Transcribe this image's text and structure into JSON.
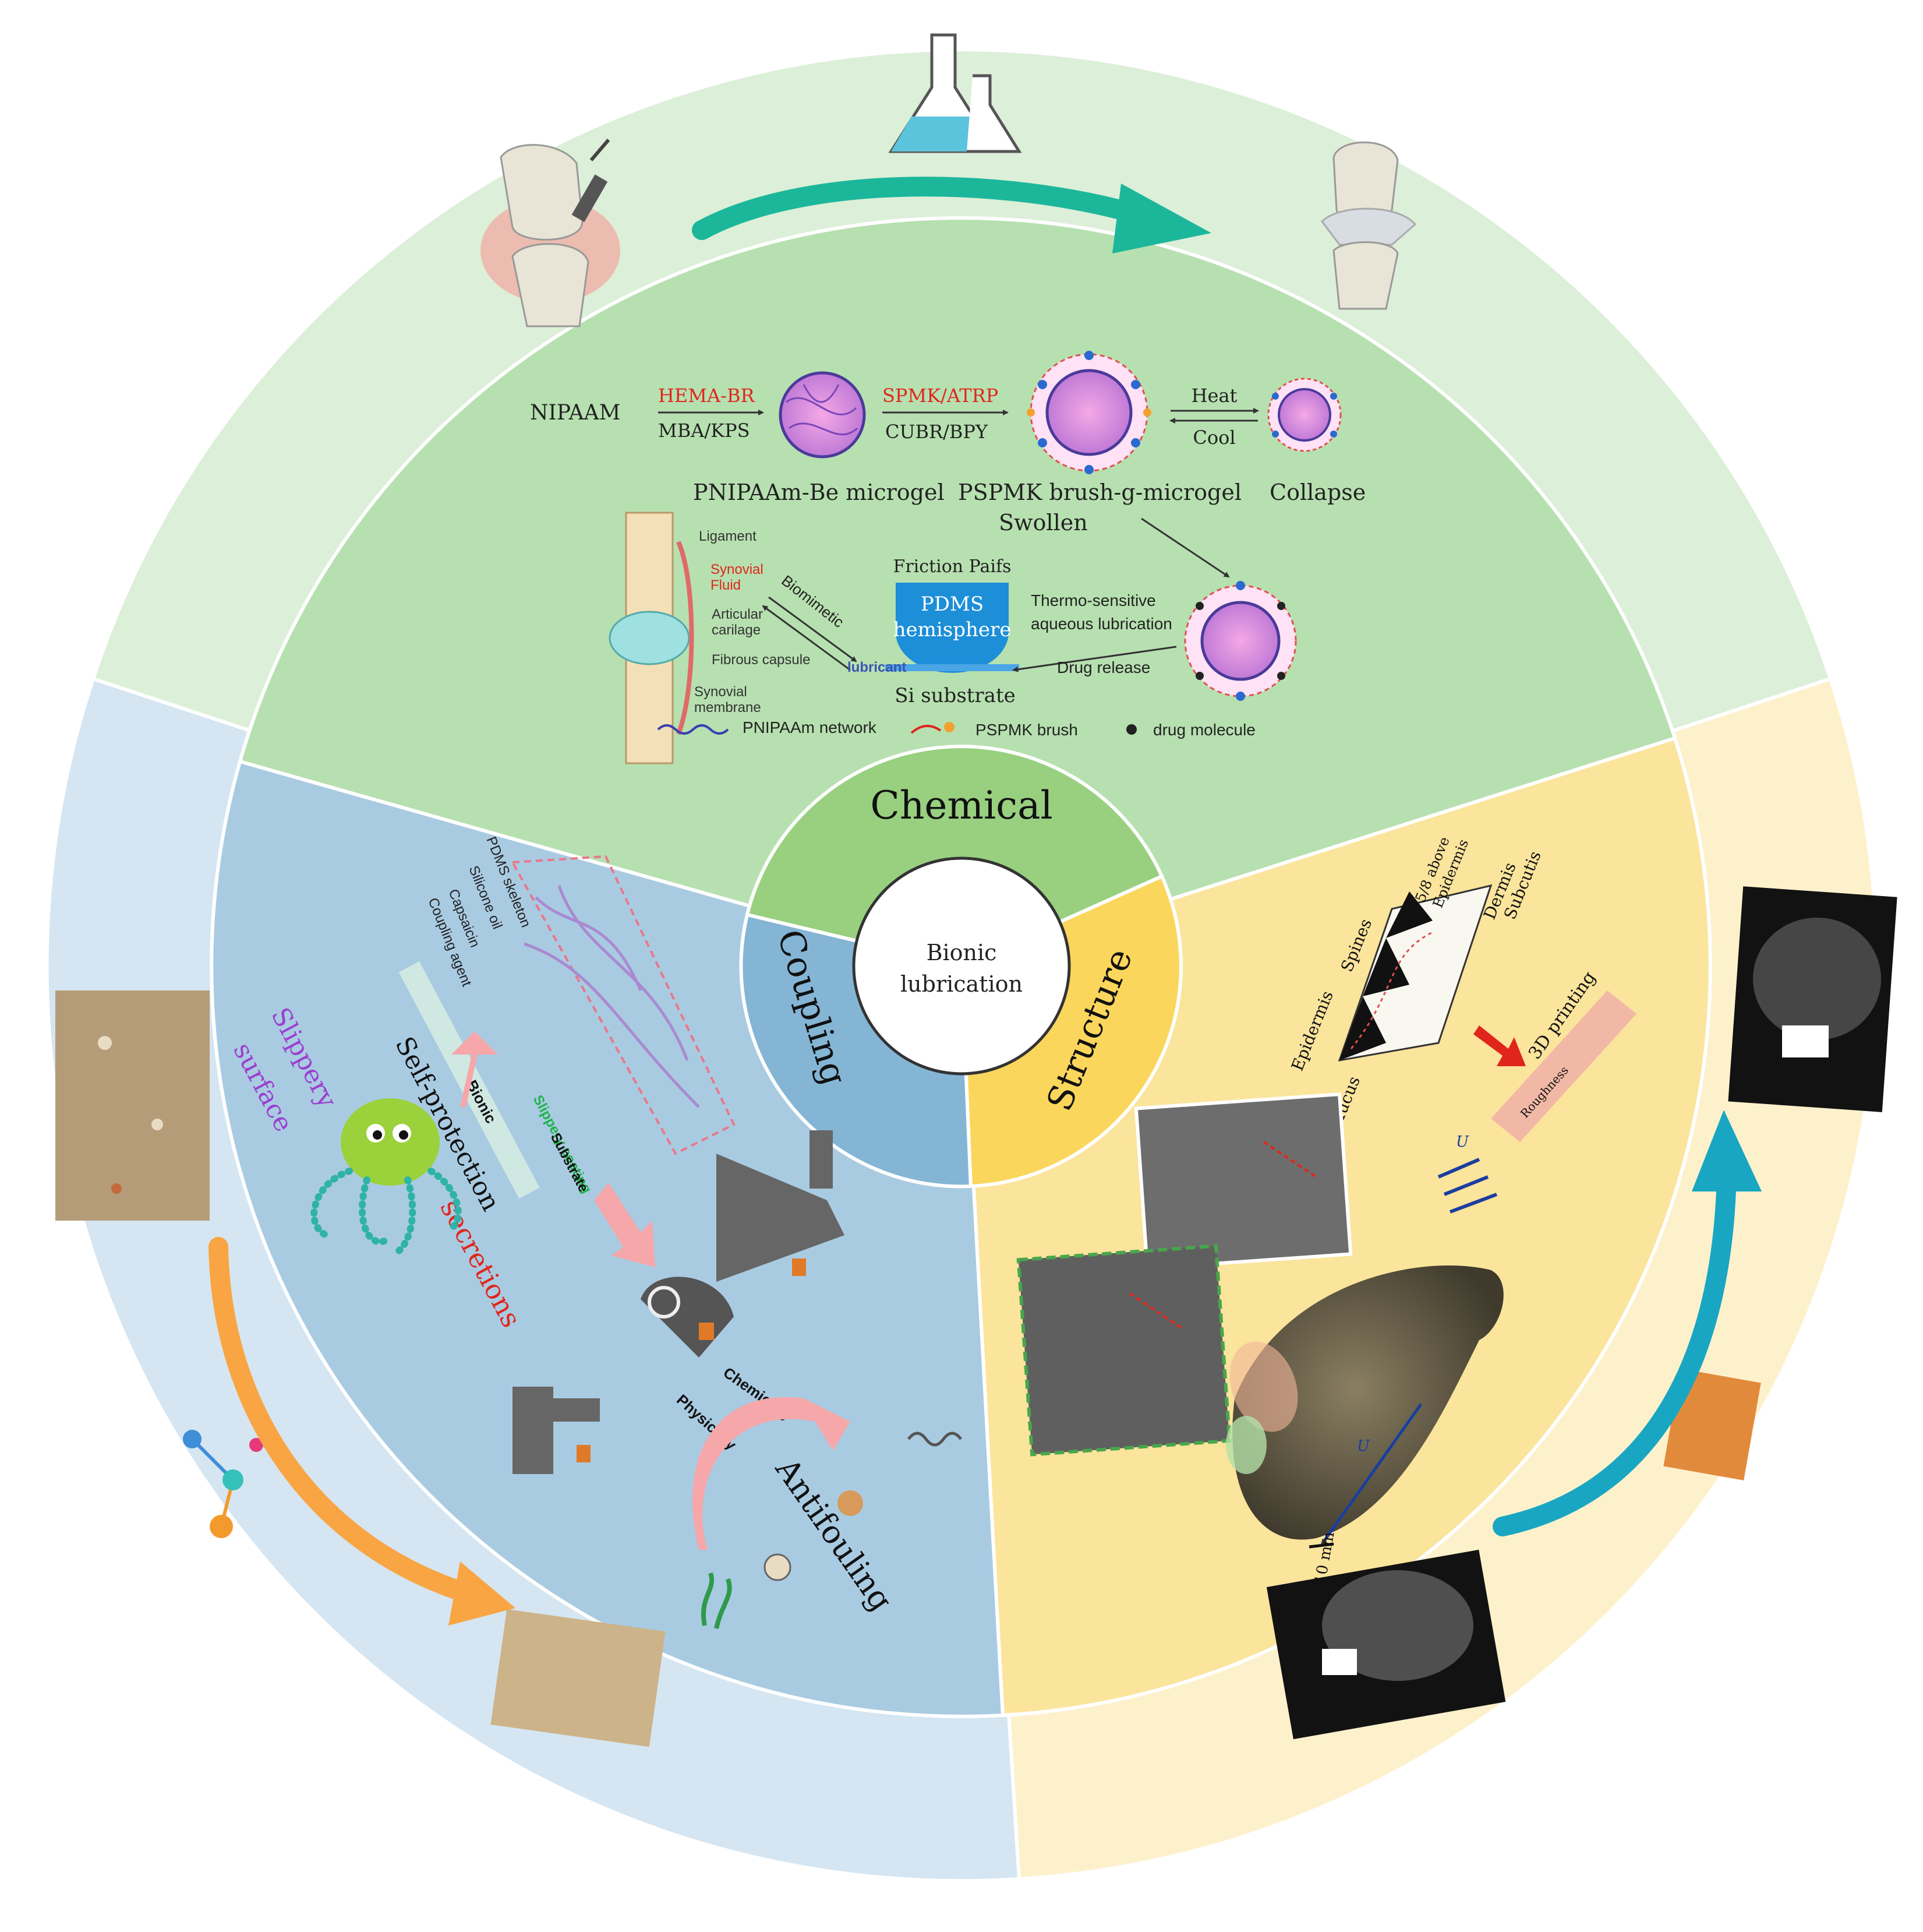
{
  "center": {
    "line1": "Bionic",
    "line2": "lubrication"
  },
  "sectors": {
    "chemical": "Chemical",
    "coupling": "Coupling",
    "structure": "Structure"
  },
  "chemical_panel": {
    "nipaam": "NIPAAM",
    "hema": "HEMA-BR",
    "mba": "MBA/KPS",
    "spmk": "SPMK/ATRP",
    "cubr": "CUBR/BPY",
    "heat": "Heat",
    "cool": "Cool",
    "microgel_label": "PNIPAAm-Be microgel",
    "brush_label": "PSPMK brush-g-microgel",
    "swollen_label": "Swollen",
    "collapse_label": "Collapse",
    "ligament": "Ligament",
    "synovial_fluid_1": "Synovial",
    "synovial_fluid_2": "Fluid",
    "articular_1": "Articular",
    "articular_2": "carilage",
    "fibrous": "Fibrous capsule",
    "membrane_1": "Synovial",
    "membrane_2": "membrane",
    "biomimetic": "Biomimetic",
    "friction": "Friction Paifs",
    "pdms_1": "PDMS",
    "pdms_2": "hemisphere",
    "lubricant": "lubricant",
    "si_substrate": "Si substrate",
    "thermo_1": "Thermo-sensitive",
    "thermo_2": "aqueous lubrication",
    "drug_release": "Drug release",
    "legend_network": "PNIPAAm network",
    "legend_brush": "PSPMK brush",
    "legend_drug": "drug molecule"
  },
  "coupling_panel": {
    "pdms_skeleton": "PDMS skeleton",
    "silicone_oil": "Silicone oil",
    "capsaicin": "Capsaicin",
    "coupling_agent": "Coupling agent",
    "slippery_1": "Slippery",
    "slippery_2": "surface",
    "self_protection": "Self-protection",
    "bionic": "Bionic",
    "secretions": "secretions",
    "slippery_coating": "Slippery coating",
    "substrate": "Substrate",
    "chemically": "Chemically",
    "physically": "Physically",
    "antifouling": "Antifouling"
  },
  "structure_panel": {
    "above": "5/8 above",
    "epidermis_top": "Epidermis",
    "dermis": "Dermis",
    "subcutis": "Subcutis",
    "spines": "Spines",
    "epidermis": "Epidermis",
    "mucus": "Mucus",
    "printing": "3D printing",
    "roughness": "Roughness",
    "u_label": "U",
    "scale": "10 mm"
  },
  "colors": {
    "outer_green": "#dcefd8",
    "inner_green": "#b7e0b0",
    "outer_blue": "#d5e6f2",
    "inner_blue": "#a9cbe2",
    "outer_yellow": "#fdf1cc",
    "inner_yellow": "#fbe49c",
    "ring_chemical": "#98d07f",
    "ring_coupling": "#84b5d4",
    "ring_structure": "#fbd65c",
    "teal_arrow": "#1cb79b",
    "orange_arrow": "#f9a544",
    "cyan_arrow": "#19a6c3"
  }
}
